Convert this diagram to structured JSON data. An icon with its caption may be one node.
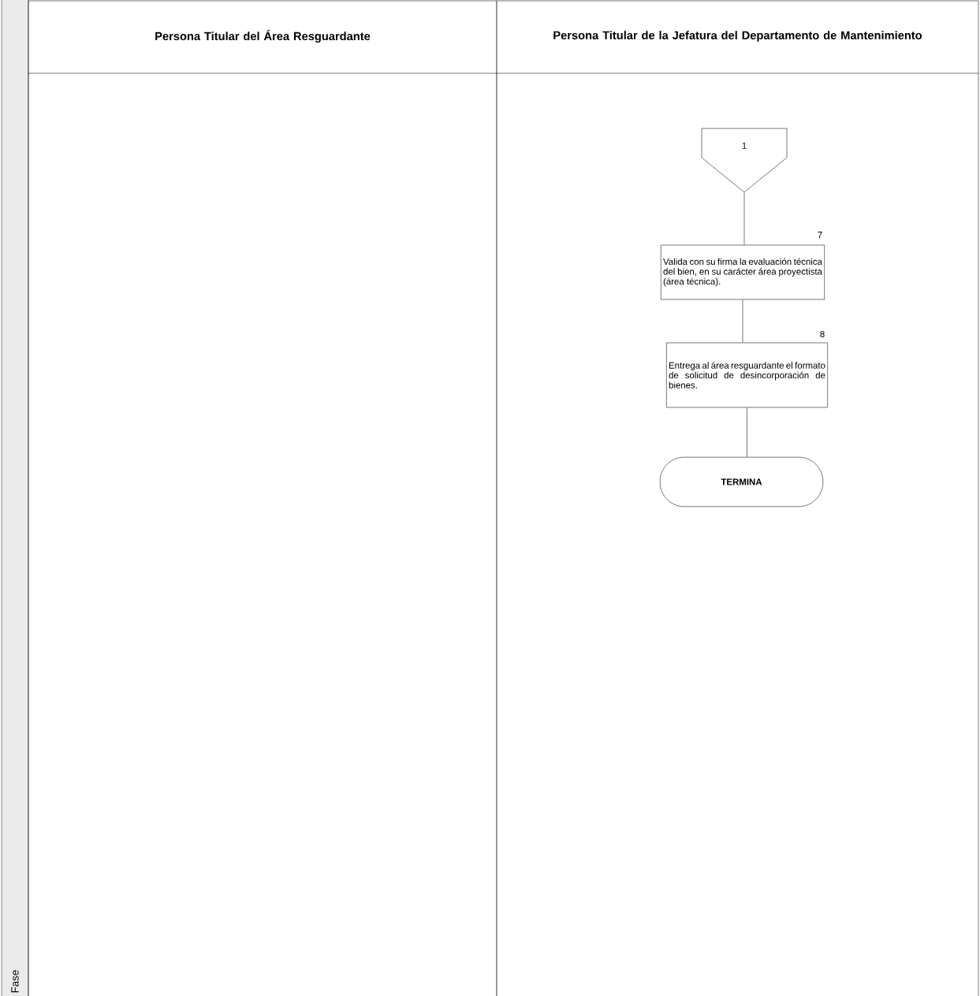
{
  "diagram": {
    "nodes": [
      {
        "text": [
          "Persona Titular del Área Resguardante"
        ]
      },
      {
        "text": [
          "Persona Titular de la Jefatura del Departamento de Mantenimiento"
        ]
      },
      {
        "text": [
          "1"
        ],
        "in": 1
      },
      {
        "text": [
          "Valida con su firma la evaluación técnica del bien, en su carácter área proyectista (área técnica)."
        ],
        "in": 1,
        "beside": [
          "7"
        ]
      },
      {
        "text": [
          "Entrega al área resguardante el formato de solicitud de desincorporación de bienes."
        ],
        "in": 1,
        "beside": [
          "8"
        ]
      },
      {
        "text": [
          "TERMINA"
        ],
        "in": 1
      }
    ],
    "edges": [
      {
        "from": 2,
        "to": 3,
        "arrow": "none"
      },
      {
        "from": 3,
        "to": 4,
        "arrow": "none"
      },
      {
        "from": 4,
        "to": 5,
        "arrow": "none"
      }
    ],
    "labels": [
      "Fase"
    ]
  }
}
